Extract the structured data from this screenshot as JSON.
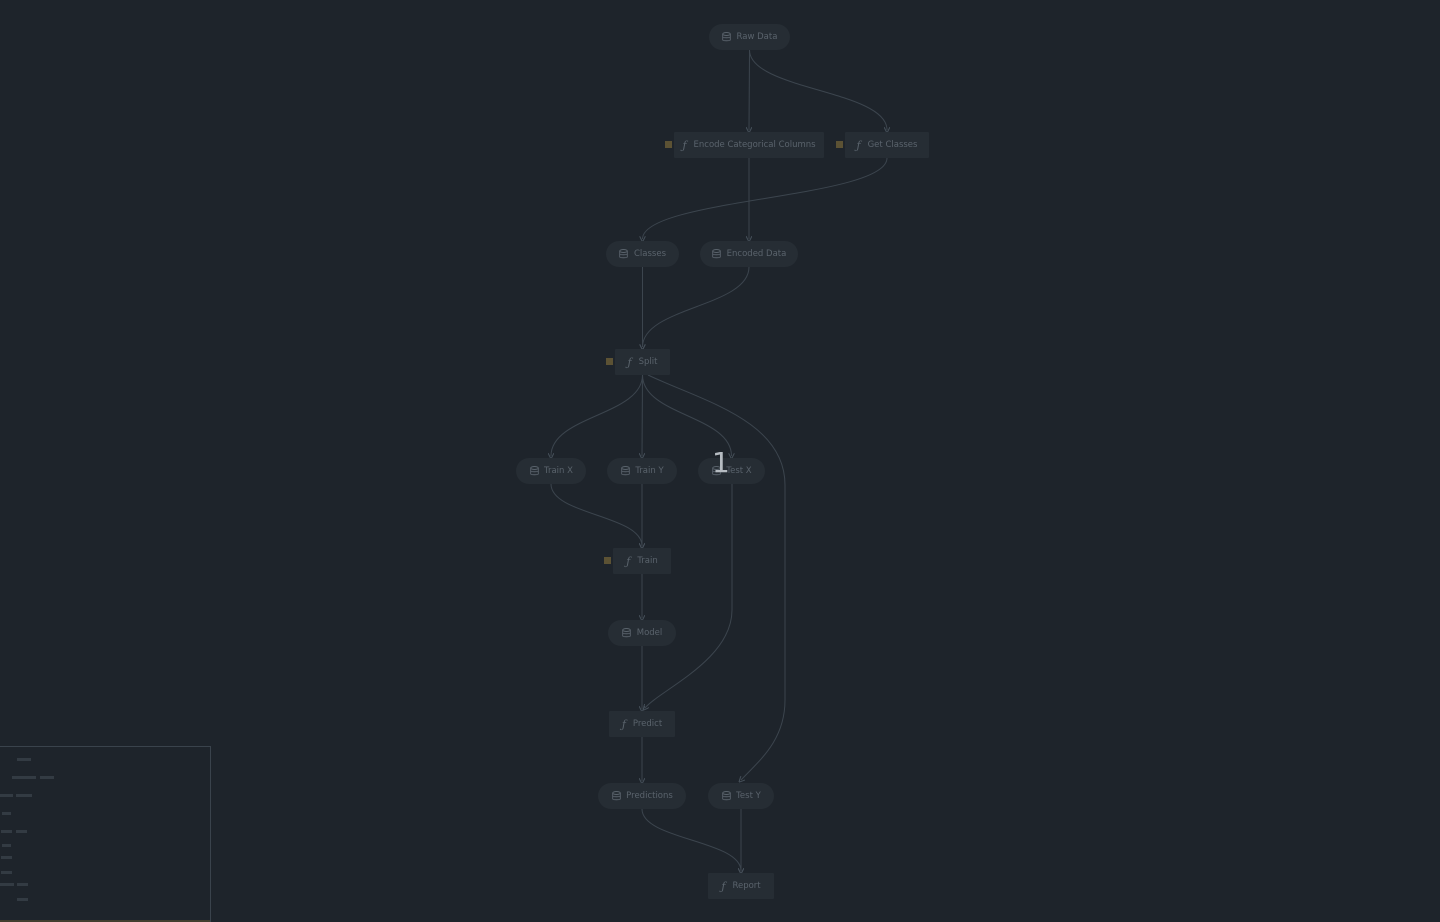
{
  "graph": {
    "nodes": [
      {
        "id": "raw_data",
        "label": "Raw Data",
        "kind": "data"
      },
      {
        "id": "encode",
        "label": "Encode Categorical Columns",
        "kind": "func"
      },
      {
        "id": "get_classes",
        "label": "Get Classes",
        "kind": "func"
      },
      {
        "id": "classes",
        "label": "Classes",
        "kind": "data"
      },
      {
        "id": "encoded_data",
        "label": "Encoded Data",
        "kind": "data"
      },
      {
        "id": "split",
        "label": "Split",
        "kind": "func"
      },
      {
        "id": "train_x",
        "label": "Train X",
        "kind": "data"
      },
      {
        "id": "train_y",
        "label": "Train Y",
        "kind": "data"
      },
      {
        "id": "test_x",
        "label": "Test X",
        "kind": "data"
      },
      {
        "id": "train",
        "label": "Train",
        "kind": "func"
      },
      {
        "id": "model",
        "label": "Model",
        "kind": "data"
      },
      {
        "id": "predict",
        "label": "Predict",
        "kind": "func"
      },
      {
        "id": "predictions",
        "label": "Predictions",
        "kind": "data"
      },
      {
        "id": "test_y",
        "label": "Test Y",
        "kind": "data"
      },
      {
        "id": "report",
        "label": "Report",
        "kind": "func"
      }
    ],
    "edges": [
      [
        "raw_data",
        "encode"
      ],
      [
        "raw_data",
        "get_classes"
      ],
      [
        "encode",
        "encoded_data"
      ],
      [
        "get_classes",
        "classes"
      ],
      [
        "classes",
        "split"
      ],
      [
        "encoded_data",
        "split"
      ],
      [
        "split",
        "train_x"
      ],
      [
        "split",
        "train_y"
      ],
      [
        "split",
        "test_x"
      ],
      [
        "split",
        "test_y"
      ],
      [
        "train_x",
        "train"
      ],
      [
        "train_y",
        "train"
      ],
      [
        "train",
        "model"
      ],
      [
        "model",
        "predict"
      ],
      [
        "test_x",
        "predict"
      ],
      [
        "predict",
        "predictions"
      ],
      [
        "predictions",
        "report"
      ],
      [
        "test_y",
        "report"
      ]
    ]
  },
  "marker": "1",
  "colors": {
    "background": "#1e242b",
    "node_fill": "#262d34",
    "node_text": "#5a636c",
    "edge": "#3c454e",
    "port": "#5c5234"
  },
  "icons": {
    "data": "database-icon",
    "func": "function-icon"
  }
}
